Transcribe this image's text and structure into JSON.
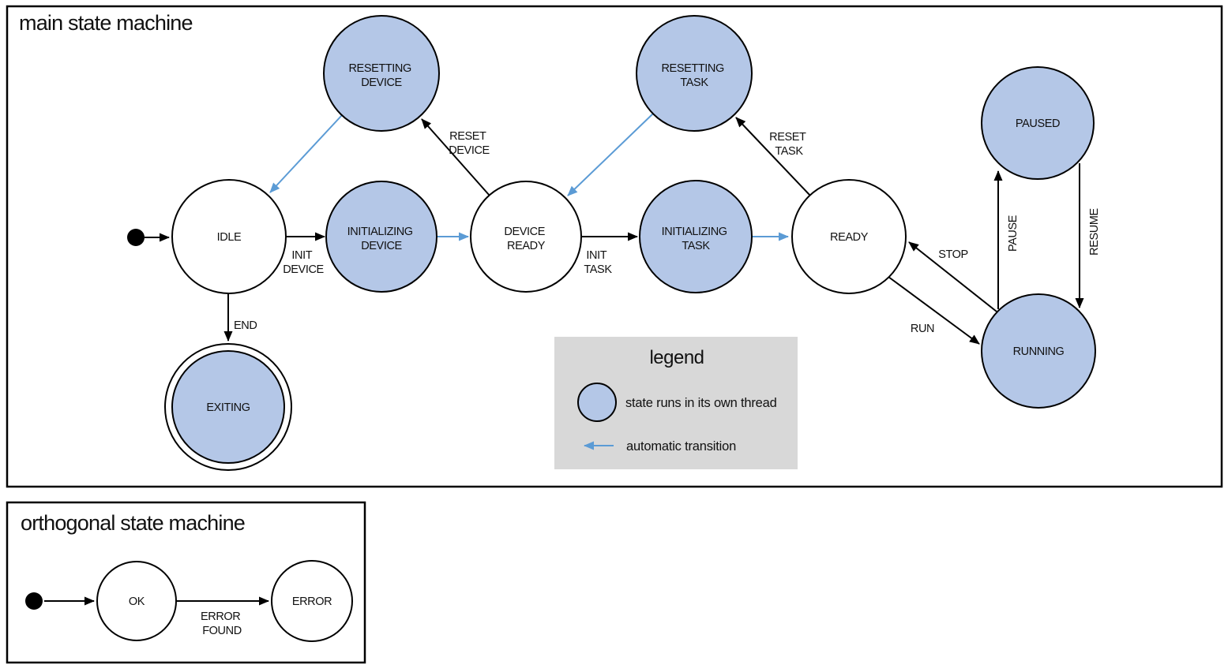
{
  "colors": {
    "threaded_state_fill": "#b4c7e7",
    "auto_transition": "#5b9bd5",
    "legend_bg": "#d8d8d8"
  },
  "main": {
    "title": "main state machine",
    "states": {
      "idle": {
        "label": "IDLE"
      },
      "resetting_device": {
        "lines": [
          "RESETTING",
          "DEVICE"
        ]
      },
      "initializing_device": {
        "lines": [
          "INITIALIZING",
          "DEVICE"
        ]
      },
      "device_ready": {
        "lines": [
          "DEVICE",
          "READY"
        ]
      },
      "resetting_task": {
        "lines": [
          "RESETTING",
          "TASK"
        ]
      },
      "initializing_task": {
        "lines": [
          "INITIALIZING",
          "TASK"
        ]
      },
      "ready": {
        "label": "READY"
      },
      "paused": {
        "label": "PAUSED"
      },
      "running": {
        "label": "RUNNING"
      },
      "exiting": {
        "label": "EXITING"
      }
    },
    "transitions": {
      "init_device": {
        "lines": [
          "INIT",
          "DEVICE"
        ]
      },
      "reset_device": {
        "lines": [
          "RESET",
          "DEVICE"
        ]
      },
      "init_task": {
        "lines": [
          "INIT",
          "TASK"
        ]
      },
      "reset_task": {
        "lines": [
          "RESET",
          "TASK"
        ]
      },
      "end": {
        "label": "END"
      },
      "run": {
        "label": "RUN"
      },
      "stop": {
        "label": "STOP"
      },
      "pause": {
        "label": "PAUSE"
      },
      "resume": {
        "label": "RESUME"
      }
    }
  },
  "legend": {
    "title": "legend",
    "items": [
      {
        "label": "state runs in its own thread"
      },
      {
        "label": "automatic transition"
      }
    ]
  },
  "orthogonal": {
    "title": "orthogonal state machine",
    "states": {
      "ok": {
        "label": "OK"
      },
      "error": {
        "label": "ERROR"
      }
    },
    "transitions": {
      "error_found": {
        "lines": [
          "ERROR",
          "FOUND"
        ]
      }
    }
  }
}
